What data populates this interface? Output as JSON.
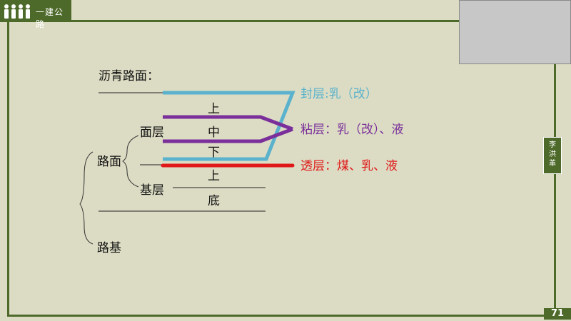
{
  "header": {
    "title": "一建公路",
    "icon": "people-icon"
  },
  "side_tab": {
    "label": "李洪革"
  },
  "page_number": "71",
  "diagram": {
    "title": "沥青路面：",
    "pavement_label": "路面",
    "surface_layer_label": "面层",
    "base_layer_label": "基层",
    "subgrade_label": "路基",
    "layer_upper": "上",
    "layer_middle": "中",
    "layer_lower": "下",
    "base_upper": "上",
    "base_bottom": "底",
    "seal_coat": "封层:乳（改）",
    "tack_coat": "粘层：乳（改）、液",
    "prime_coat": "透层：煤、乳、液"
  },
  "colors": {
    "frame": "#4e6a2a",
    "seal": "#5ab2cc",
    "tack": "#7a2f9a",
    "prime": "#e01818"
  }
}
